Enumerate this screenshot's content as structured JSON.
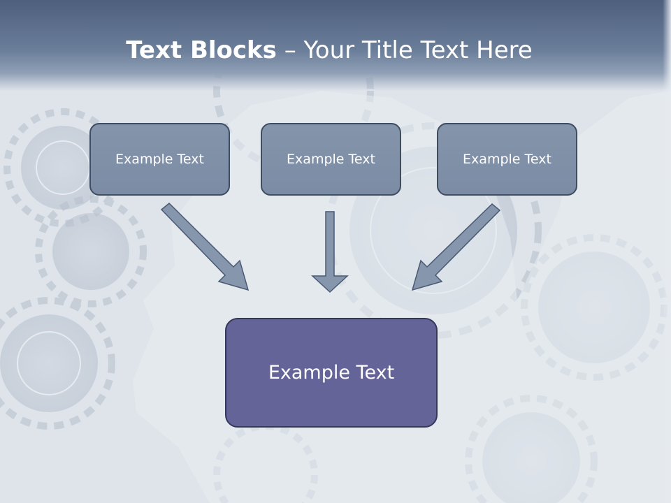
{
  "slide": {
    "title_bold": "Text Blocks",
    "title_dash": " – ",
    "title_rest": "Your Title Text Here"
  },
  "boxes": {
    "top_left": "Example Text",
    "top_center": "Example Text",
    "top_right": "Example Text",
    "bottom": "Example Text"
  },
  "colors": {
    "header": "#5a6c8a",
    "small_box_fill": "#8090a8",
    "big_box_fill": "#646499",
    "arrow_fill": "#8696ad",
    "arrow_stroke": "#4a5a72"
  }
}
